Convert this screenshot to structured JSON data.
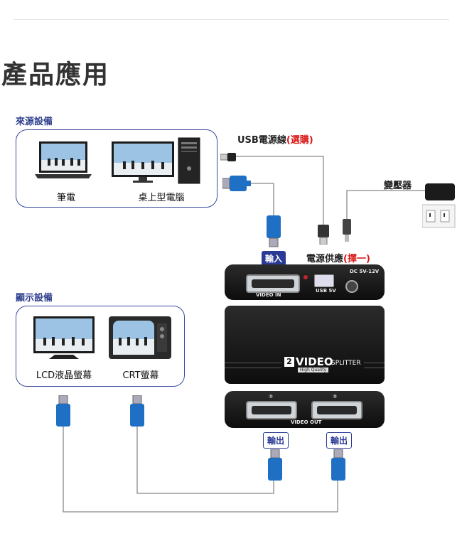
{
  "title": "產品應用",
  "sources": {
    "heading": "來源設備",
    "laptop": "筆電",
    "desktop": "桌上型電腦"
  },
  "usb_cable": {
    "label": "USB電源線",
    "note": "(選購)"
  },
  "transformer": "變壓器",
  "input_badge": "輸入",
  "power": {
    "label": "電源供應",
    "note": "(擇一)"
  },
  "displays": {
    "heading": "顯示設備",
    "lcd": "LCD液晶螢幕",
    "crt": "CRT螢幕"
  },
  "device": {
    "back_dc_label": "DC 5V-12V",
    "back_usb_label": "USB 5V",
    "back_video_in": "VIDEO IN",
    "brand_number": "2",
    "brand_video": "VIDEO",
    "brand_splitter": "SPLITTER",
    "brand_tag": "High Quality",
    "front_port_1": "①",
    "front_port_2": "②",
    "front_video_out": "VIDEO OUT"
  },
  "output_badges": [
    "輸出",
    "輸出"
  ],
  "colors": {
    "accent": "#2a3a95",
    "red": "#d81818",
    "cable": "#888888",
    "vga_blue": "#1f6fc4"
  }
}
